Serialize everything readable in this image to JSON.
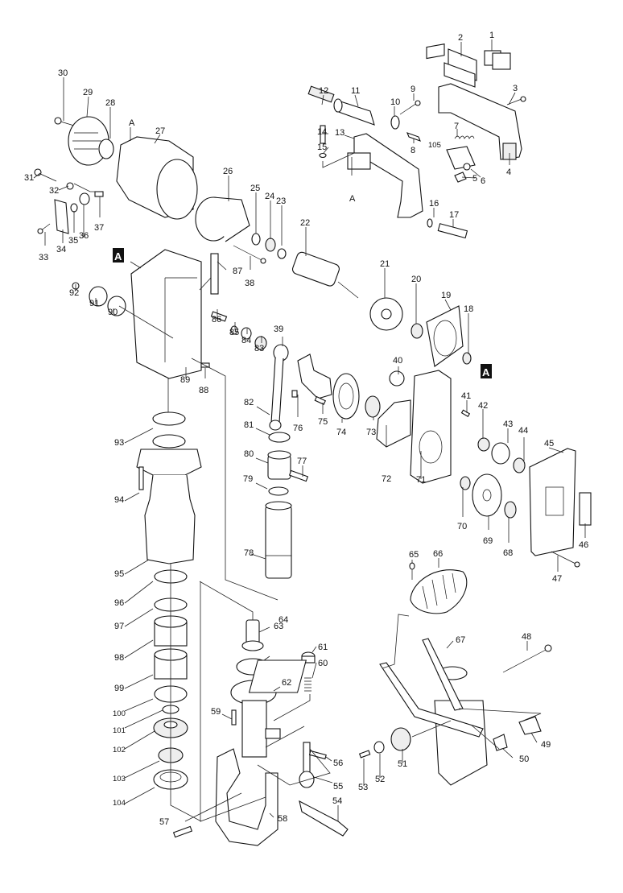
{
  "diagram": {
    "type": "exploded-parts-view",
    "subject": "rotary hammer / demolition hammer assembly",
    "reference_marker_letter": "A",
    "labels": [
      {
        "id": "1",
        "text": "1"
      },
      {
        "id": "2",
        "text": "2"
      },
      {
        "id": "3",
        "text": "3"
      },
      {
        "id": "4",
        "text": "4"
      },
      {
        "id": "5",
        "text": "5"
      },
      {
        "id": "6",
        "text": "6"
      },
      {
        "id": "7",
        "text": "7"
      },
      {
        "id": "8",
        "text": "8"
      },
      {
        "id": "9",
        "text": "9"
      },
      {
        "id": "10",
        "text": "10"
      },
      {
        "id": "11",
        "text": "11"
      },
      {
        "id": "12",
        "text": "12"
      },
      {
        "id": "13",
        "text": "13"
      },
      {
        "id": "14",
        "text": "14"
      },
      {
        "id": "15",
        "text": "15"
      },
      {
        "id": "16",
        "text": "16"
      },
      {
        "id": "17",
        "text": "17"
      },
      {
        "id": "18",
        "text": "18"
      },
      {
        "id": "19",
        "text": "19"
      },
      {
        "id": "20",
        "text": "20"
      },
      {
        "id": "21",
        "text": "21"
      },
      {
        "id": "22",
        "text": "22"
      },
      {
        "id": "23",
        "text": "23"
      },
      {
        "id": "24",
        "text": "24"
      },
      {
        "id": "25",
        "text": "25"
      },
      {
        "id": "26",
        "text": "26"
      },
      {
        "id": "27",
        "text": "27"
      },
      {
        "id": "28",
        "text": "28"
      },
      {
        "id": "29",
        "text": "29"
      },
      {
        "id": "30",
        "text": "30"
      },
      {
        "id": "31",
        "text": "31"
      },
      {
        "id": "32",
        "text": "32"
      },
      {
        "id": "33",
        "text": "33"
      },
      {
        "id": "34",
        "text": "34"
      },
      {
        "id": "35",
        "text": "35"
      },
      {
        "id": "36",
        "text": "36"
      },
      {
        "id": "37",
        "text": "37"
      },
      {
        "id": "38",
        "text": "38"
      },
      {
        "id": "39",
        "text": "39"
      },
      {
        "id": "40",
        "text": "40"
      },
      {
        "id": "41",
        "text": "41"
      },
      {
        "id": "42",
        "text": "42"
      },
      {
        "id": "43",
        "text": "43"
      },
      {
        "id": "44",
        "text": "44"
      },
      {
        "id": "45",
        "text": "45"
      },
      {
        "id": "46",
        "text": "46"
      },
      {
        "id": "47",
        "text": "47"
      },
      {
        "id": "48",
        "text": "48"
      },
      {
        "id": "49",
        "text": "49"
      },
      {
        "id": "50",
        "text": "50"
      },
      {
        "id": "51",
        "text": "51"
      },
      {
        "id": "52",
        "text": "52"
      },
      {
        "id": "53",
        "text": "53"
      },
      {
        "id": "54",
        "text": "54"
      },
      {
        "id": "55",
        "text": "55"
      },
      {
        "id": "56",
        "text": "56"
      },
      {
        "id": "57",
        "text": "57"
      },
      {
        "id": "58",
        "text": "58"
      },
      {
        "id": "59",
        "text": "59"
      },
      {
        "id": "60",
        "text": "60"
      },
      {
        "id": "61",
        "text": "61"
      },
      {
        "id": "62",
        "text": "62"
      },
      {
        "id": "63",
        "text": "63"
      },
      {
        "id": "64",
        "text": "64"
      },
      {
        "id": "65",
        "text": "65"
      },
      {
        "id": "66",
        "text": "66"
      },
      {
        "id": "67",
        "text": "67"
      },
      {
        "id": "68",
        "text": "68"
      },
      {
        "id": "69",
        "text": "69"
      },
      {
        "id": "70",
        "text": "70"
      },
      {
        "id": "71",
        "text": "71"
      },
      {
        "id": "72",
        "text": "72"
      },
      {
        "id": "73",
        "text": "73"
      },
      {
        "id": "74",
        "text": "74"
      },
      {
        "id": "75",
        "text": "75"
      },
      {
        "id": "76",
        "text": "76"
      },
      {
        "id": "77",
        "text": "77"
      },
      {
        "id": "78",
        "text": "78"
      },
      {
        "id": "79",
        "text": "79"
      },
      {
        "id": "80",
        "text": "80"
      },
      {
        "id": "81",
        "text": "81"
      },
      {
        "id": "82",
        "text": "82"
      },
      {
        "id": "83",
        "text": "83"
      },
      {
        "id": "84",
        "text": "84"
      },
      {
        "id": "85",
        "text": "85"
      },
      {
        "id": "86",
        "text": "86"
      },
      {
        "id": "87",
        "text": "87"
      },
      {
        "id": "88",
        "text": "88"
      },
      {
        "id": "89",
        "text": "89"
      },
      {
        "id": "90",
        "text": "90"
      },
      {
        "id": "91",
        "text": "91"
      },
      {
        "id": "92",
        "text": "92"
      },
      {
        "id": "93",
        "text": "93"
      },
      {
        "id": "94",
        "text": "94"
      },
      {
        "id": "95",
        "text": "95"
      },
      {
        "id": "96",
        "text": "96"
      },
      {
        "id": "97",
        "text": "97"
      },
      {
        "id": "98",
        "text": "98"
      },
      {
        "id": "99",
        "text": "99"
      },
      {
        "id": "100",
        "text": "100"
      },
      {
        "id": "101",
        "text": "101"
      },
      {
        "id": "102",
        "text": "102"
      },
      {
        "id": "103",
        "text": "103"
      },
      {
        "id": "104",
        "text": "104"
      },
      {
        "id": "105",
        "text": "105"
      }
    ],
    "reference_letters": [
      {
        "id": "A-motor-housing",
        "text": "A",
        "style": "plain"
      },
      {
        "id": "A-handle",
        "text": "A",
        "style": "plain"
      },
      {
        "id": "A-crank-housing",
        "text": "A",
        "style": "boxed"
      },
      {
        "id": "A-gear-plate",
        "text": "A",
        "style": "boxed"
      }
    ]
  }
}
